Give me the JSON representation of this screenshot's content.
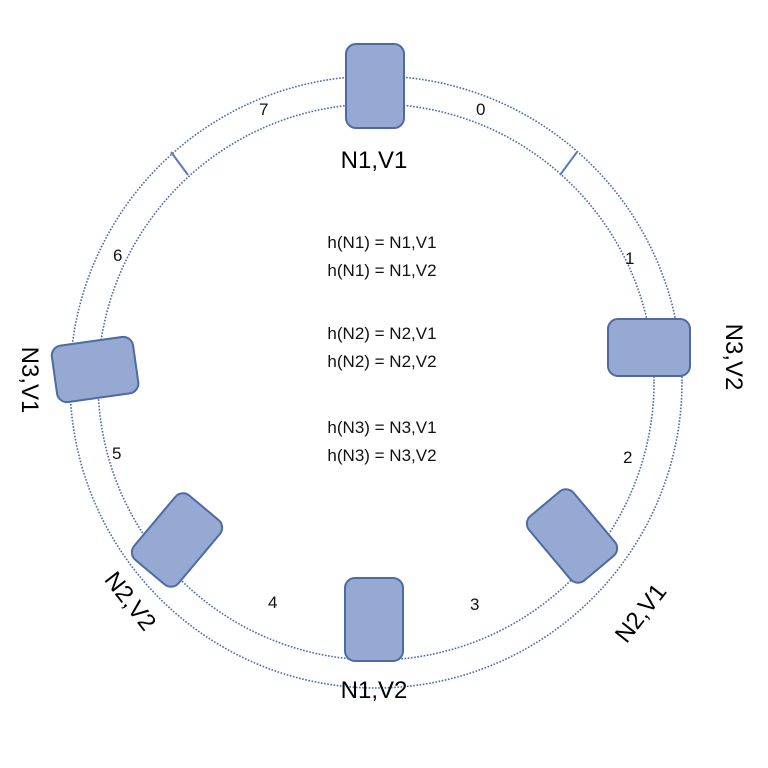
{
  "ring": {
    "segments": [
      {
        "id": "seg-0",
        "label": "0"
      },
      {
        "id": "seg-1",
        "label": "1"
      },
      {
        "id": "seg-2",
        "label": "2"
      },
      {
        "id": "seg-3",
        "label": "3"
      },
      {
        "id": "seg-4",
        "label": "4"
      },
      {
        "id": "seg-5",
        "label": "5"
      },
      {
        "id": "seg-6",
        "label": "6"
      },
      {
        "id": "seg-7",
        "label": "7"
      }
    ],
    "nodes": [
      {
        "id": "n1v1",
        "label": "N1,V1"
      },
      {
        "id": "n3v2",
        "label": "N3,V2"
      },
      {
        "id": "n2v1",
        "label": "N2,V1"
      },
      {
        "id": "n1v2",
        "label": "N1,V2"
      },
      {
        "id": "n2v2",
        "label": "N2,V2"
      },
      {
        "id": "n3v1",
        "label": "N3,V1"
      }
    ]
  },
  "hash_mappings": [
    "h(N1) = N1,V1",
    "h(N1) = N1,V2",
    "h(N2) = N2,V1",
    "h(N2) = N2,V2",
    "h(N3) = N3,V1",
    "h(N3) = N3,V2"
  ],
  "colors": {
    "node_fill": "#95a9d3",
    "node_stroke": "#4d6aa3",
    "ring_line": "#4a6aa8"
  }
}
